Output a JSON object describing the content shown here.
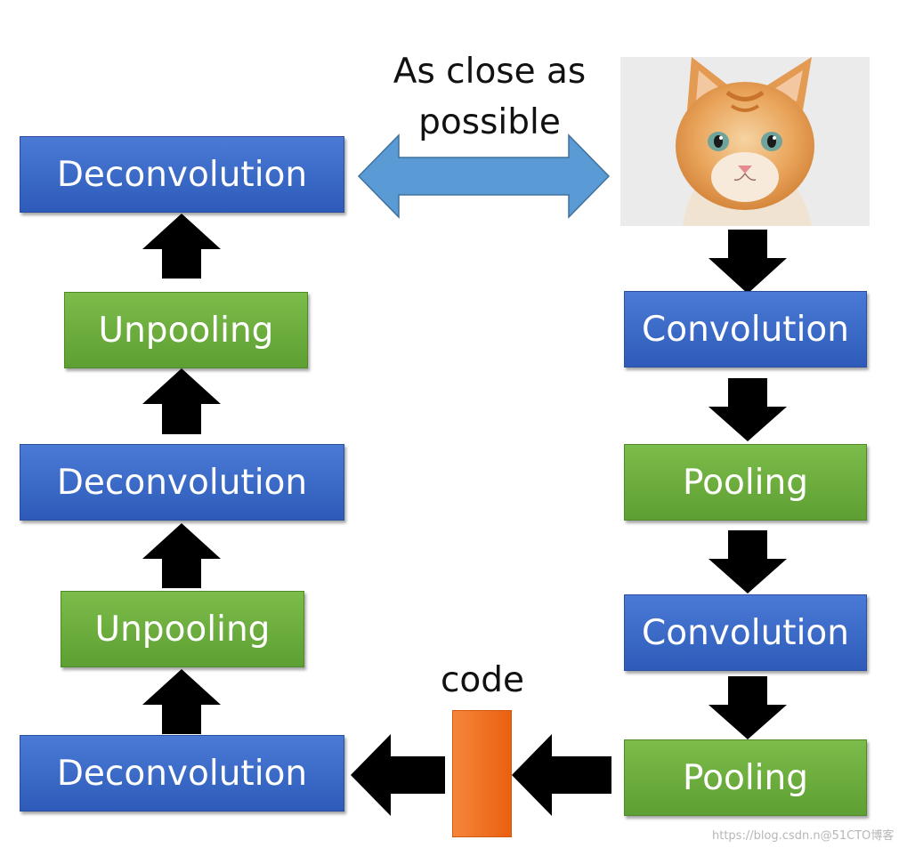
{
  "top_label": [
    "As close as",
    "possible"
  ],
  "code_label": "code",
  "watermark": "https://blog.csdn.n@51CTO博客",
  "decoder": {
    "block1": "Deconvolution",
    "block2": "Unpooling",
    "block3": "Deconvolution",
    "block4": "Unpooling",
    "block5": "Deconvolution"
  },
  "encoder": {
    "block1": "Convolution",
    "block2": "Pooling",
    "block3": "Convolution",
    "block4": "Pooling"
  },
  "colors": {
    "blue_box": "#3a68c8",
    "green_box": "#6aaa3c",
    "double_arrow": "#5b9bd5",
    "code_bar": "#ee6f1f"
  },
  "image": "kitten-photo"
}
